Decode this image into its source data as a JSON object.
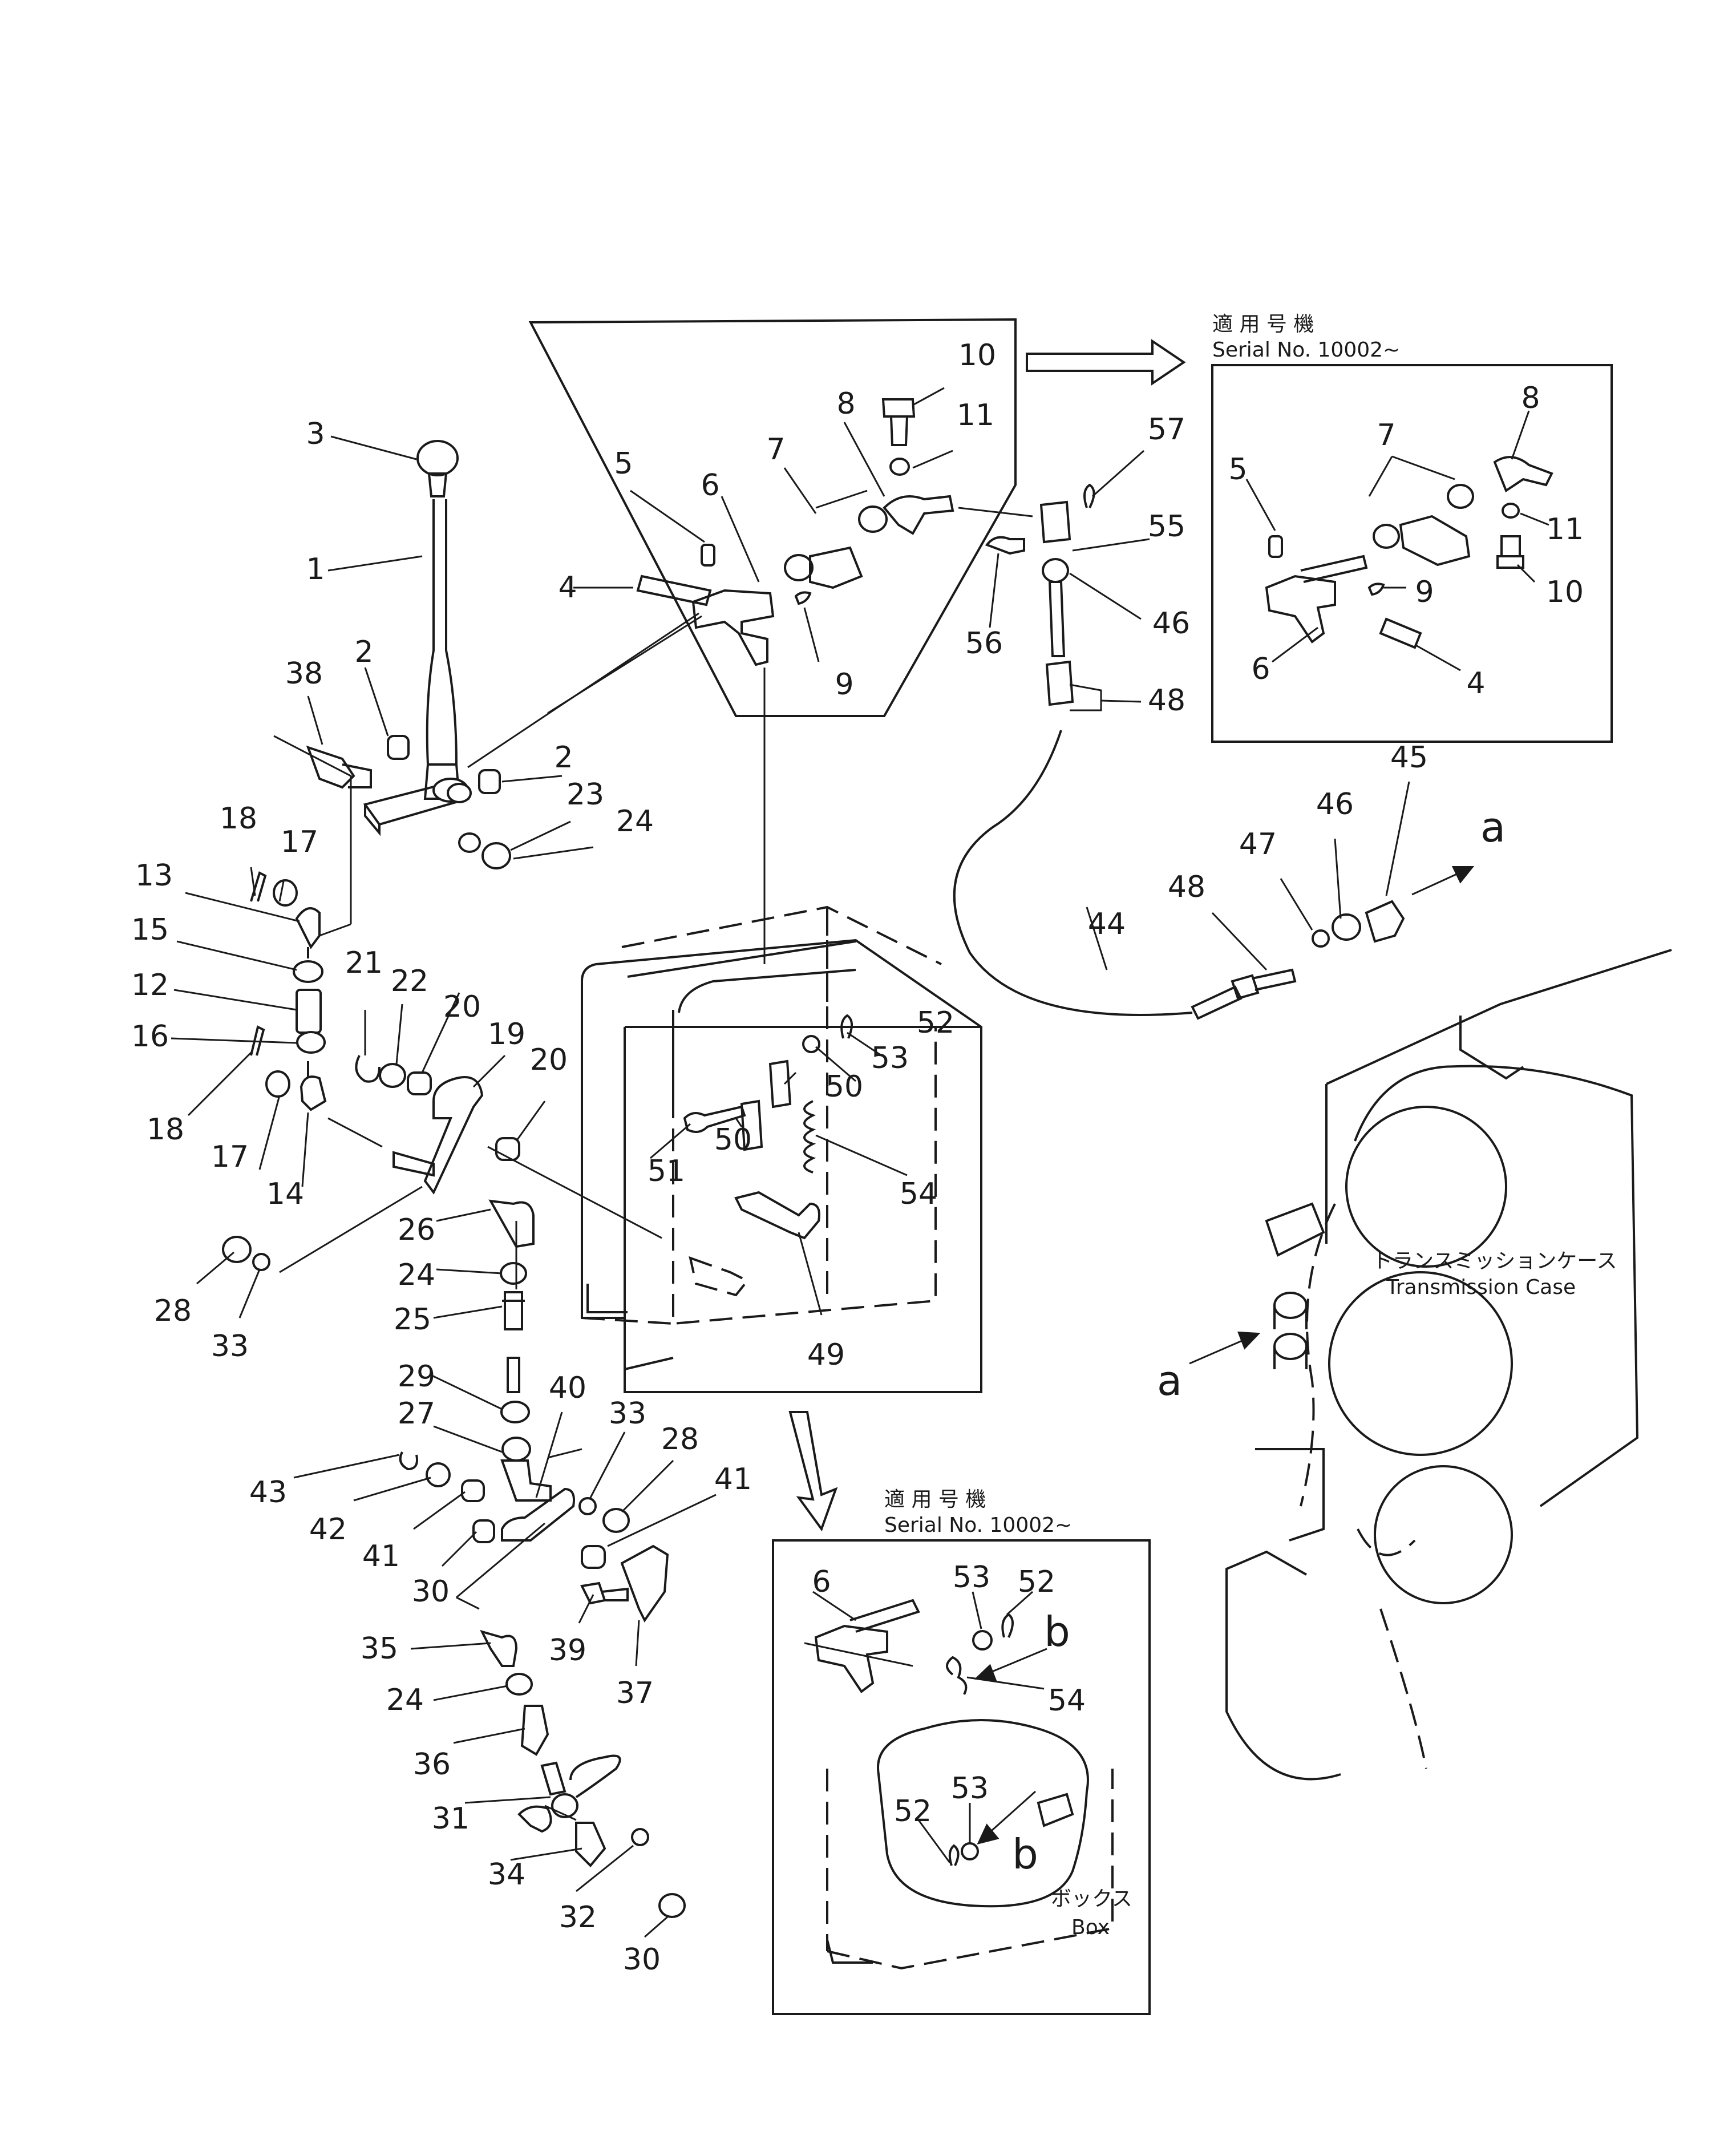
{
  "callouts": {
    "n1": "1",
    "n2": "2",
    "n3": "3",
    "n4": "4",
    "n5": "5",
    "n6": "6",
    "n7": "7",
    "n8": "8",
    "n9": "9",
    "n10": "10",
    "n11": "11",
    "n12": "12",
    "n13": "13",
    "n14": "14",
    "n15": "15",
    "n16": "16",
    "n17": "17",
    "n18": "18",
    "n19": "19",
    "n20": "20",
    "n21": "21",
    "n22": "22",
    "n23": "23",
    "n24": "24",
    "n25": "25",
    "n26": "26",
    "n27": "27",
    "n28": "28",
    "n29": "29",
    "n30": "30",
    "n31": "31",
    "n32": "32",
    "n33": "33",
    "n34": "34",
    "n35": "35",
    "n36": "36",
    "n37": "37",
    "n38": "38",
    "n39": "39",
    "n40": "40",
    "n41": "41",
    "n42": "42",
    "n43": "43",
    "n44": "44",
    "n45": "45",
    "n46": "46",
    "n47": "47",
    "n48": "48",
    "n49": "49",
    "n50": "50",
    "n51": "51",
    "n52": "52",
    "n53": "53",
    "n54": "54",
    "n55": "55",
    "n56": "56",
    "n57": "57"
  },
  "refs": {
    "a": "a",
    "b": "b"
  },
  "insets": {
    "serial_jp": "適 用 号 機",
    "serial_en": "Serial No. 10002~"
  },
  "labels": {
    "transmission_jp": "トランスミッションケース",
    "transmission_en": "Transmission Case",
    "box_jp": "ボックス",
    "box_en": "Box"
  }
}
